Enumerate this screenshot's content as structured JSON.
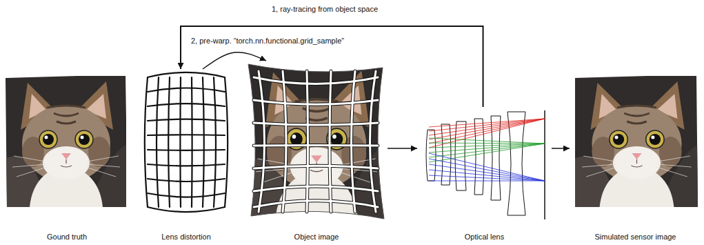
{
  "diagram": {
    "nodes": [
      {
        "text": [
          "Gound truth"
        ]
      },
      {
        "text": [
          "Lens distortion"
        ]
      },
      {
        "text": [
          "Object image"
        ]
      },
      {
        "text": [
          "Optical lens"
        ]
      },
      {
        "text": [
          "Simulated sensor image"
        ]
      }
    ],
    "edges": [
      {
        "from": 3,
        "to": 1,
        "arrow": "to",
        "label": "1, ray-tracing from object space"
      },
      {
        "from": 1,
        "to": 2,
        "arrow": "to",
        "label": "2, pre-warp. “torch.nn.functional.grid_sample”"
      },
      {
        "from": 2,
        "to": 3,
        "arrow": "to"
      },
      {
        "from": 3,
        "to": 4,
        "arrow": "to"
      }
    ]
  }
}
